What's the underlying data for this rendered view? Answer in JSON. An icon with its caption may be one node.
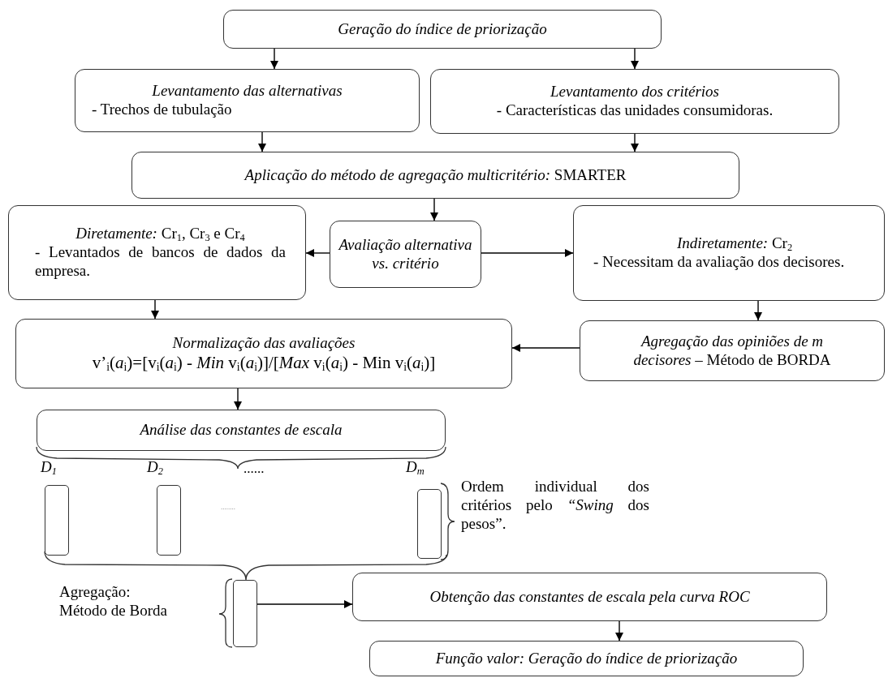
{
  "diagram": {
    "nodes": [
      {
        "text": [
          "Geração do índice de priorização"
        ]
      },
      {
        "text": [
          "Levantamento das alternativas",
          "- Trechos de tubulação"
        ]
      },
      {
        "text": [
          "Levantamento dos critérios",
          "- Características das unidades consumidoras."
        ]
      },
      {
        "text": [
          "*Aplicação do método de agregação multicritério:* SMARTER"
        ]
      },
      {
        "text": [
          "*Diretamente:* Cr$_{1}$, Cr$_{3}$ e Cr$_{4}$",
          "- Levantados de bancos de dados da empresa."
        ]
      },
      {
        "text": [
          "Avaliação alternativa vs. critério"
        ]
      },
      {
        "text": [
          "*Indiretamente:* Cr$_{2}$",
          "- Necessitam da avaliação dos decisores."
        ]
      },
      {
        "text": [
          "Normalização das avaliações",
          "v’$_{i}$(*a*$_{i}$)=[v$_{i}$(*a*$_{i}$) - *Min* v$_{i}$(*a*$_{i}$)]/[*Max* v$_{i}$(*a*$_{i}$) - Min v$_{i}$(*a*$_{i}$)]"
        ]
      },
      {
        "text": [
          "*Agregação das opiniões de m decisores* – Método de BORDA"
        ]
      },
      {
        "text": [
          "Análise das constantes de escala"
        ]
      },
      {
        "text": [],
        "shape": "box",
        "beside": [
          "D$_{1}$"
        ]
      },
      {
        "text": [],
        "shape": "box",
        "beside": [
          "D$_{2}$"
        ]
      },
      {
        "text": [],
        "shape": "box",
        "beside": [
          "D$_{m}$"
        ]
      },
      {
        "text": [],
        "shape": "box"
      },
      {
        "text": [
          "Obtenção das constantes de escala pela curva ROC"
        ]
      },
      {
        "text": [
          "Função valor: Geração do índice de priorização"
        ]
      }
    ],
    "edges": [
      {
        "from": 0,
        "to": 1,
        "arrow": "to"
      },
      {
        "from": 0,
        "to": 2,
        "arrow": "to"
      },
      {
        "from": 1,
        "to": 3,
        "arrow": "to"
      },
      {
        "from": 2,
        "to": 3,
        "arrow": "to"
      },
      {
        "from": 3,
        "to": 5,
        "arrow": "to"
      },
      {
        "from": 5,
        "to": 4,
        "arrow": "to"
      },
      {
        "from": 5,
        "to": 6,
        "arrow": "to"
      },
      {
        "from": 4,
        "to": 7,
        "arrow": "to"
      },
      {
        "from": 6,
        "to": 8,
        "arrow": "to"
      },
      {
        "from": 8,
        "to": 7,
        "arrow": "to"
      },
      {
        "from": 7,
        "to": 9,
        "arrow": "to"
      },
      {
        "from": 13,
        "to": 14,
        "arrow": "to"
      },
      {
        "from": 14,
        "to": 15,
        "arrow": "to"
      }
    ],
    "labels": [
      "......",
      "........",
      "Ordem individual dos critérios pelo *“Swing* dos pesos”.",
      "Agregação: Método de Borda"
    ]
  }
}
